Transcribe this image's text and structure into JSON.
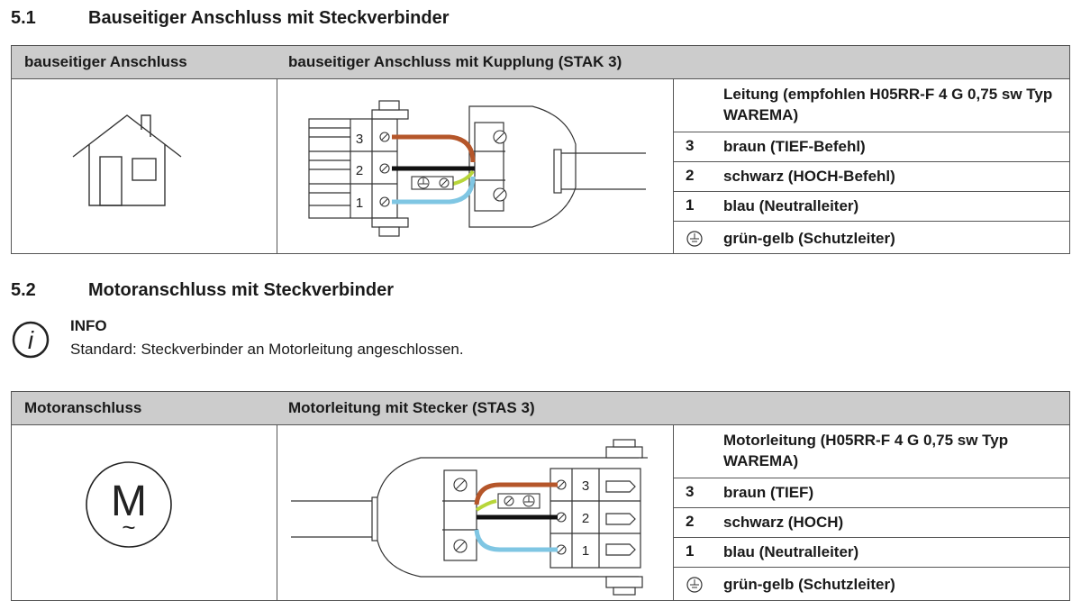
{
  "section1": {
    "number": "5.1",
    "title": "Bauseitiger Anschluss mit Steckverbinder",
    "col1_header": "bauseitiger Anschluss",
    "col2_header": "bauseitiger Anschluss mit Kupplung (STAK 3)",
    "terminal_labels": [
      "3",
      "2",
      "1"
    ],
    "legend": [
      {
        "key": "",
        "text": "Leitung (empfohlen H05RR-F 4 G 0,75 sw Typ WAREMA)"
      },
      {
        "key": "3",
        "text": "braun (TIEF-Befehl)"
      },
      {
        "key": "2",
        "text": "schwarz (HOCH-Befehl)"
      },
      {
        "key": "1",
        "text": "blau (Neutralleiter)"
      },
      {
        "key": "ground-symbol",
        "text": "grün-gelb (Schutzleiter)"
      }
    ]
  },
  "section2": {
    "number": "5.2",
    "title": "Motoranschluss mit Steckverbinder",
    "info": {
      "icon": "info-icon",
      "heading": "INFO",
      "text": "Standard: Steckverbinder an Motorleitung angeschlossen."
    },
    "col1_header": "Motoranschluss",
    "col2_header": "Motorleitung mit Stecker (STAS 3)",
    "motor_symbol": "M",
    "motor_sub": "~",
    "terminal_labels": [
      "3",
      "2",
      "1"
    ],
    "legend": [
      {
        "key": "",
        "text": "Motorleitung (H05RR-F 4 G 0,75 sw Typ WAREMA)"
      },
      {
        "key": "3",
        "text": "braun (TIEF)"
      },
      {
        "key": "2",
        "text": "schwarz (HOCH)"
      },
      {
        "key": "1",
        "text": "blau (Neutralleiter)"
      },
      {
        "key": "ground-symbol",
        "text": "grün-gelb (Schutzleiter)"
      }
    ]
  },
  "colors": {
    "brown": "#b5562a",
    "black": "#111111",
    "blue": "#7fc6e3",
    "green_yellow": "#b8d63a",
    "header_bg": "#cccccc"
  }
}
